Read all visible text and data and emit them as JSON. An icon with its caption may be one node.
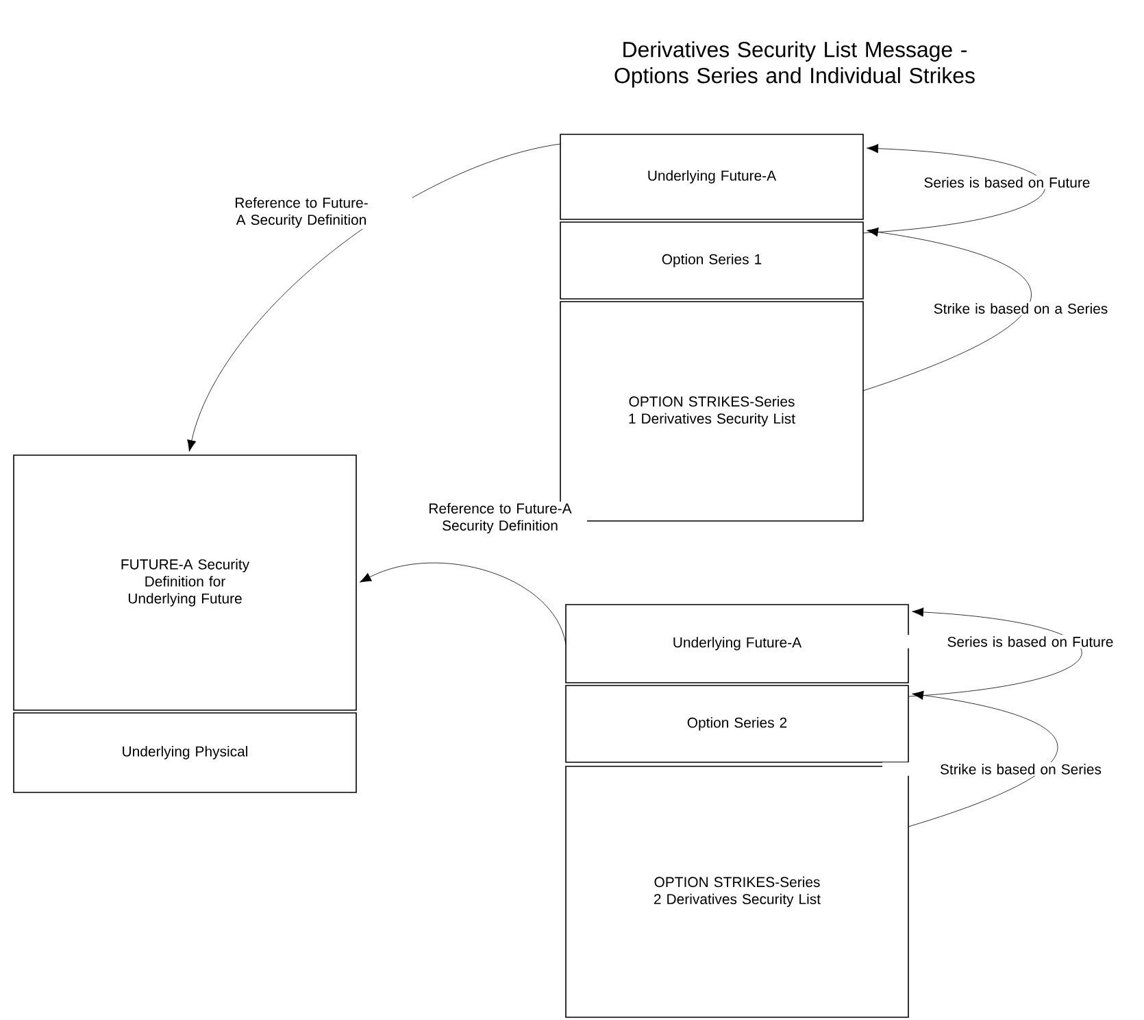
{
  "diagram": {
    "title": "Derivatives Security List Message - Options Series and Individual Strikes",
    "nodes": [
      {
        "text": [
          "Underlying Future-A"
        ]
      },
      {
        "text": [
          "Option Series 1"
        ]
      },
      {
        "text": [
          "OPTION STRIKES-Series 1 Derivatives Security List"
        ]
      },
      {
        "text": [
          "FUTURE-A Security Definition for Underlying Future"
        ]
      },
      {
        "text": [
          "Underlying Physical"
        ]
      },
      {
        "text": [
          "Underlying Future-A"
        ]
      },
      {
        "text": [
          "Option Series 2"
        ]
      },
      {
        "text": [
          "OPTION STRIKES-Series 2 Derivatives Security List"
        ]
      }
    ],
    "edges": [
      {
        "from": 0,
        "to": 3,
        "arrow": "to",
        "label": "Reference to Future-A Security Definition"
      },
      {
        "from": 5,
        "to": 3,
        "arrow": "to",
        "label": "Reference to Future-A Security Definition"
      },
      {
        "from": 1,
        "to": 0,
        "arrow": "to",
        "label": "Series is based on Future"
      },
      {
        "from": 2,
        "to": 1,
        "arrow": "to",
        "label": "Strike is based on a Series"
      },
      {
        "from": 6,
        "to": 5,
        "arrow": "to",
        "label": "Series is based on Future"
      },
      {
        "from": 7,
        "to": 6,
        "arrow": "to",
        "label": "Strike is based on Series"
      }
    ]
  }
}
